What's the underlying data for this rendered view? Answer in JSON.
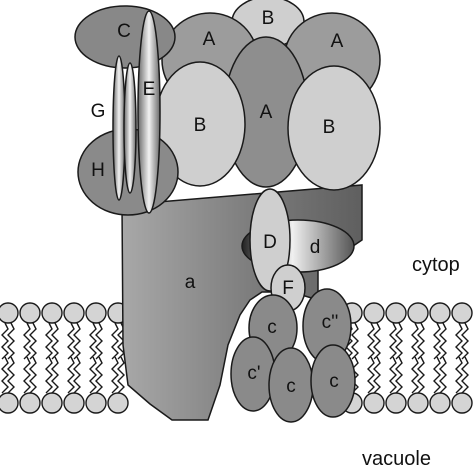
{
  "subunits": {
    "A_left": "A",
    "B_top": "B",
    "A_right": "A",
    "A_center": "A",
    "B_left": "B",
    "B_right": "B",
    "C": "C",
    "E": "E",
    "G": "G",
    "H": "H",
    "D": "D",
    "d": "d",
    "F": "F",
    "a": "a",
    "c_top": "c",
    "c_double_prime": "c''",
    "c_prime": "c'",
    "c_bottom_mid": "c",
    "c_bottom_right": "c"
  },
  "regions": {
    "cytoplasm": "cytop",
    "vacuole": "vacuole"
  },
  "colors": {
    "dark": "#7a7a7a",
    "medium": "#9e9e9e",
    "light": "#cfcfcf",
    "lipid_head": "#d4d4d4",
    "outline": "#1a1a1a"
  }
}
